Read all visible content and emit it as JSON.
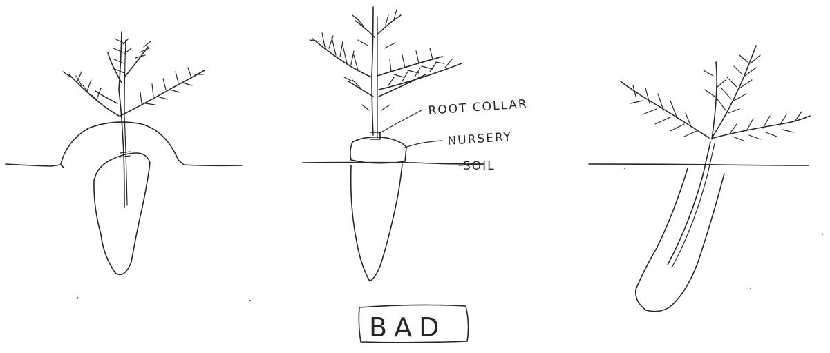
{
  "labels": {
    "root_collar": "ROOT COLLAR",
    "nursery": "NURSERY",
    "soil": "SOIL",
    "verdict": "BAD"
  }
}
